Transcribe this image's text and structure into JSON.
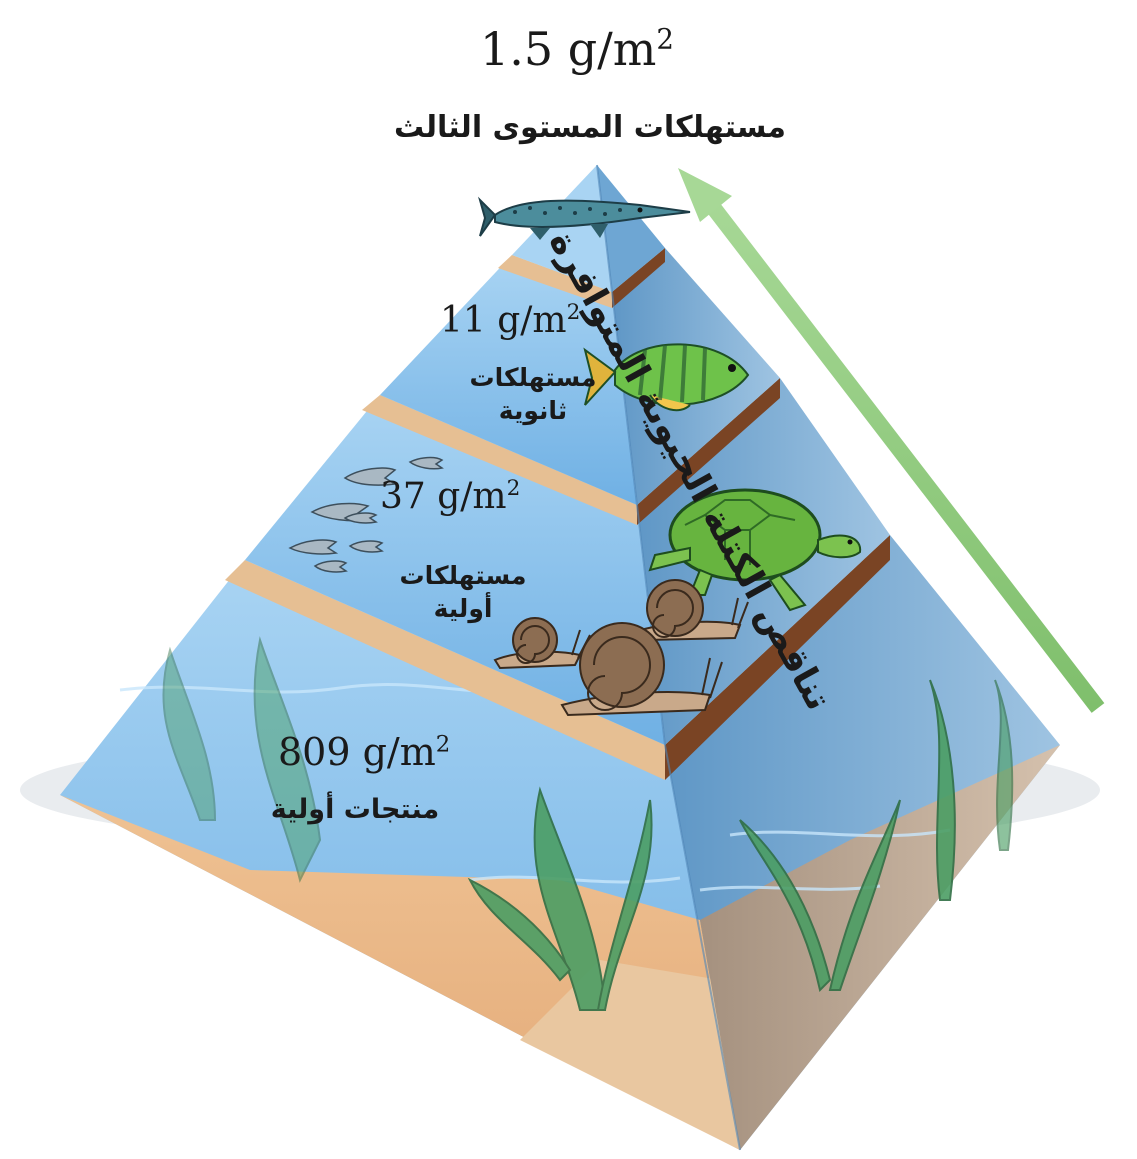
{
  "pyramid": {
    "levels": [
      {
        "value": "809 g/m",
        "exponent": "2",
        "label": "منتجات أولية"
      },
      {
        "value": "37 g/m",
        "exponent": "2",
        "label_lines": [
          "مستهلكات",
          "أولية"
        ]
      },
      {
        "value": "11 g/m",
        "exponent": "2",
        "label_lines": [
          "مستهلكات",
          "ثانوية"
        ]
      },
      {
        "value": "1.5 g/m",
        "exponent": "2",
        "label": "مستهلكات المستوى الثالث"
      }
    ]
  },
  "arrow": {
    "label": "تناقص الكتلة الحيوية المتوافرة"
  },
  "colors": {
    "water": "#8ec3ea",
    "water_dark": "#5e97c9",
    "sand": "#e8b98a",
    "sand_dark": "#b89a83",
    "ledge": "#e6bf93",
    "ledge_dark": "#7a4424",
    "arrow": "#8cc97a",
    "seaweed": "#3f8f5a"
  },
  "organisms": [
    "fish-icon",
    "sunfish-icon",
    "turtle-icon",
    "snail-icon",
    "minnow-icon"
  ]
}
